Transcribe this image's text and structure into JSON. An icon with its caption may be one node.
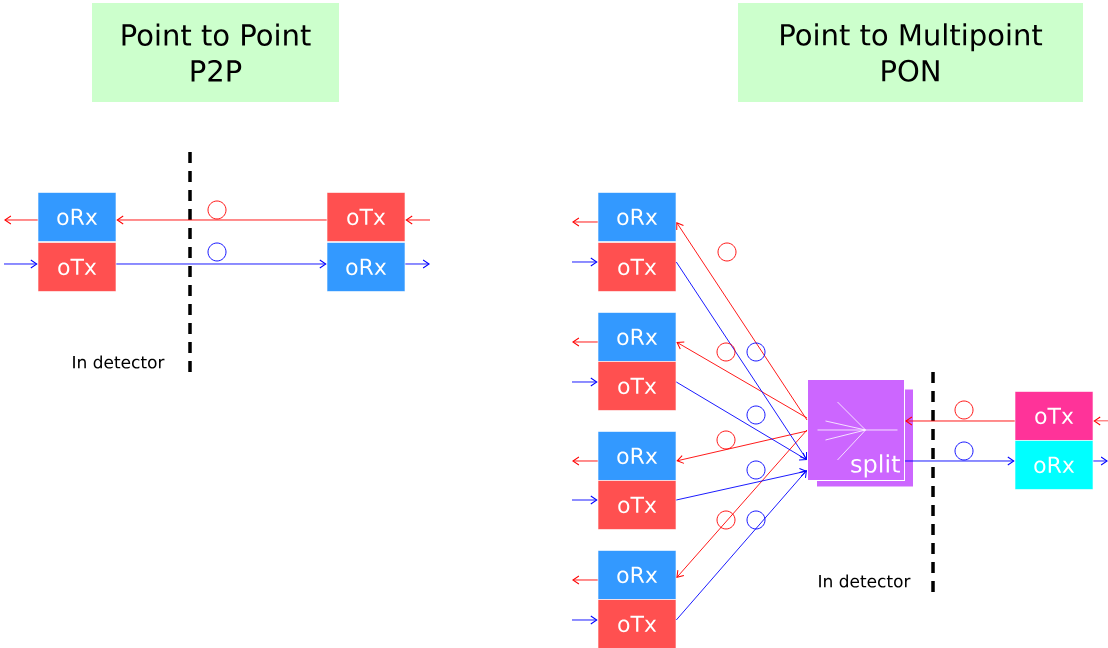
{
  "diagram": {
    "nodes": [
      {
        "text": [
          "Point to Point",
          "P2P"
        ]
      },
      {
        "text": [
          "oRx"
        ]
      },
      {
        "text": [
          "oTx"
        ]
      },
      {
        "text": [
          "oTx"
        ]
      },
      {
        "text": [
          "oRx"
        ]
      },
      {
        "text": [
          "Point to Multipoint",
          "PON"
        ]
      },
      {
        "text": [
          "oRx"
        ]
      },
      {
        "text": [
          "oTx"
        ]
      },
      {
        "text": [
          "oRx"
        ]
      },
      {
        "text": [
          "oTx"
        ]
      },
      {
        "text": [
          "oRx"
        ]
      },
      {
        "text": [
          "oTx"
        ]
      },
      {
        "text": [
          "oRx"
        ]
      },
      {
        "text": [
          "oTx"
        ]
      },
      {
        "text": [
          "split"
        ]
      },
      {
        "text": [
          "oTx"
        ]
      },
      {
        "text": [
          "oRx"
        ]
      }
    ],
    "edges": [
      {
        "from": 3,
        "to": 1,
        "arrow": "to",
        "color": "#ff0000"
      },
      {
        "from": 2,
        "to": 4,
        "arrow": "to",
        "color": "#0000ff"
      },
      {
        "from": 1,
        "to": null,
        "arrow": "to",
        "color": "#ff0000"
      },
      {
        "from": null,
        "to": 2,
        "arrow": "to",
        "color": "#0000ff"
      },
      {
        "from": null,
        "to": 3,
        "arrow": "to",
        "color": "#ff0000"
      },
      {
        "from": 4,
        "to": null,
        "arrow": "to",
        "color": "#0000ff"
      },
      {
        "from": 14,
        "to": 6,
        "arrow": "to",
        "color": "#ff0000"
      },
      {
        "from": 14,
        "to": 8,
        "arrow": "to",
        "color": "#ff0000"
      },
      {
        "from": 14,
        "to": 10,
        "arrow": "to",
        "color": "#ff0000"
      },
      {
        "from": 14,
        "to": 12,
        "arrow": "to",
        "color": "#ff0000"
      },
      {
        "from": 7,
        "to": 14,
        "arrow": "to",
        "color": "#0000ff"
      },
      {
        "from": 9,
        "to": 14,
        "arrow": "to",
        "color": "#0000ff"
      },
      {
        "from": 11,
        "to": 14,
        "arrow": "to",
        "color": "#0000ff"
      },
      {
        "from": 13,
        "to": 14,
        "arrow": "to",
        "color": "#0000ff"
      },
      {
        "from": 15,
        "to": 14,
        "arrow": "to",
        "color": "#ff0000"
      },
      {
        "from": 14,
        "to": 16,
        "arrow": "to",
        "color": "#0000ff"
      },
      {
        "from": 6,
        "to": null,
        "arrow": "to",
        "color": "#ff0000"
      },
      {
        "from": null,
        "to": 7,
        "arrow": "to",
        "color": "#0000ff"
      },
      {
        "from": 8,
        "to": null,
        "arrow": "to",
        "color": "#ff0000"
      },
      {
        "from": null,
        "to": 9,
        "arrow": "to",
        "color": "#0000ff"
      },
      {
        "from": 10,
        "to": null,
        "arrow": "to",
        "color": "#ff0000"
      },
      {
        "from": null,
        "to": 11,
        "arrow": "to",
        "color": "#0000ff"
      },
      {
        "from": 12,
        "to": null,
        "arrow": "to",
        "color": "#ff0000"
      },
      {
        "from": null,
        "to": 13,
        "arrow": "to",
        "color": "#0000ff"
      },
      {
        "from": null,
        "to": 15,
        "arrow": "to",
        "color": "#ff0000"
      },
      {
        "from": 16,
        "to": null,
        "arrow": "to",
        "color": "#0000ff"
      }
    ],
    "labels": [
      "In detector",
      "In detector"
    ]
  }
}
